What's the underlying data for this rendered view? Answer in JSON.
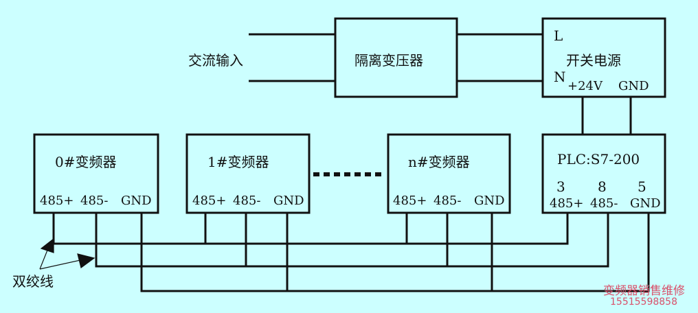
{
  "ac_input": "交流输入",
  "transformer": "隔离变压器",
  "power_supply": {
    "title": "开关电源",
    "L": "L",
    "N": "N",
    "plus24": "+24V",
    "gnd": "GND"
  },
  "plc": {
    "title": "PLC:S7-200",
    "pins": [
      "3",
      "8",
      "5"
    ],
    "labels": [
      "485+",
      "485-",
      "GND"
    ]
  },
  "inverters": [
    {
      "title": "0#变频器",
      "labels": [
        "485+",
        "485-",
        "GND"
      ]
    },
    {
      "title": "1#变频器",
      "labels": [
        "485+",
        "485-",
        "GND"
      ]
    },
    {
      "title": "n#变频器",
      "labels": [
        "485+",
        "485-",
        "GND"
      ]
    }
  ],
  "twisted_pair": "双绞线",
  "watermark": {
    "line1": "变频器销售维修",
    "line2": "15515598858"
  }
}
